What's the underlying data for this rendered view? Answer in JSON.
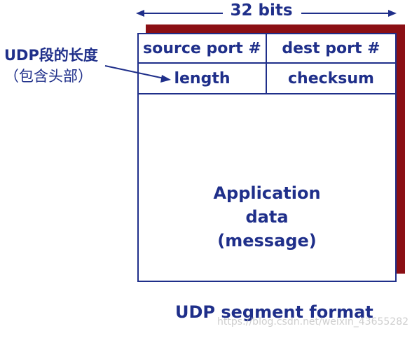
{
  "header": {
    "width_label": "32 bits"
  },
  "fields": {
    "source_port": "source port #",
    "dest_port": "dest port #",
    "length": "length",
    "checksum": "checksum"
  },
  "payload": {
    "lines": [
      "Application",
      "data",
      "(message)"
    ]
  },
  "annotation": {
    "line1": "UDP段的长度",
    "line2": "（包含头部）"
  },
  "caption": "UDP segment format",
  "watermark": "https://blog.csdn.net/weixin_43655282",
  "colors": {
    "text": "#1f2f8a",
    "shadow": "#8b0f14",
    "border": "#1f2f8a"
  }
}
